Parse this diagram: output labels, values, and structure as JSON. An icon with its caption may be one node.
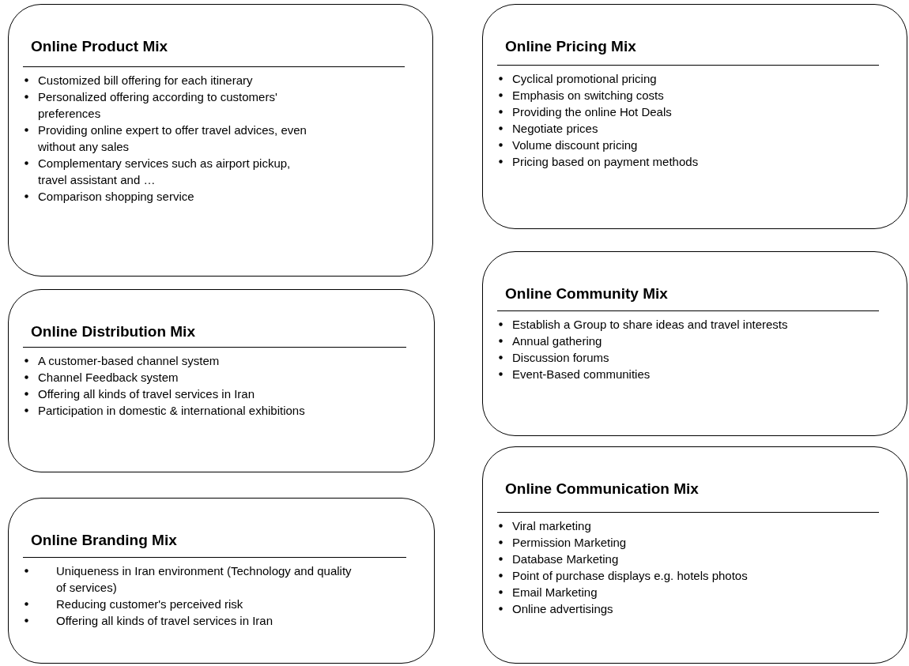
{
  "diagram": {
    "nodes": [
      {
        "text": [
          "Online Product Mix",
          "Customized bill offering for each itinerary",
          "Personalized offering according to customers' preferences",
          "Providing online expert to offer travel advices, even without any sales",
          "Complementary services such as airport pickup, travel assistant and …",
          "Comparison shopping service"
        ]
      },
      {
        "text": [
          "Online Distribution Mix",
          "A customer-based channel system",
          "Channel Feedback system",
          "Offering all kinds of travel services in Iran",
          "Participation in domestic & international exhibitions"
        ]
      },
      {
        "text": [
          "Online Branding Mix",
          "Uniqueness in Iran environment (Technology and quality of services)",
          "Reducing customer's perceived risk",
          "Offering all kinds of travel services in Iran"
        ]
      },
      {
        "text": [
          "Online Pricing Mix",
          "Cyclical promotional pricing",
          "Emphasis on switching costs",
          "Providing the online Hot Deals",
          "Negotiate prices",
          "Volume discount pricing",
          "Pricing based on payment methods"
        ]
      },
      {
        "text": [
          "Online Community Mix",
          "Establish a Group to share ideas and travel interests",
          "Annual gathering",
          "Discussion forums",
          "Event-Based communities"
        ]
      },
      {
        "text": [
          "Online Communication Mix",
          "Viral marketing",
          "Permission Marketing",
          "Database Marketing",
          "Point of purchase displays e.g. hotels photos",
          "Email Marketing",
          "Online advertisings"
        ]
      }
    ]
  }
}
